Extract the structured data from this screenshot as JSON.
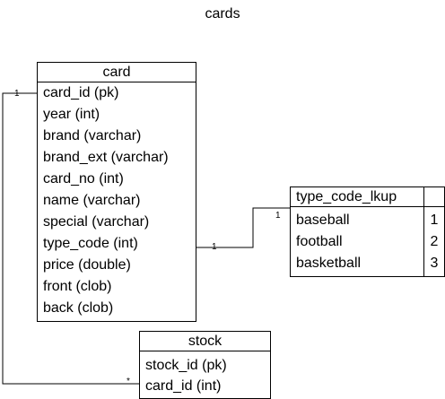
{
  "title": "cards",
  "entities": {
    "card": {
      "name": "card",
      "fields": [
        "card_id (pk)",
        "year (int)",
        "brand (varchar)",
        "brand_ext (varchar)",
        "card_no (int)",
        "name (varchar)",
        "special (varchar)",
        "type_code (int)",
        "price (double)",
        "front (clob)",
        "back (clob)"
      ]
    },
    "type_code_lkup": {
      "name": "type_code_lkup",
      "rows": [
        {
          "label": "baseball",
          "code": "1"
        },
        {
          "label": "football",
          "code": "2"
        },
        {
          "label": "basketball",
          "code": "3"
        }
      ]
    },
    "stock": {
      "name": "stock",
      "fields": [
        "stock_id (pk)",
        "card_id (int)"
      ]
    }
  },
  "relations": {
    "card_stock": {
      "card_end": "1",
      "stock_end": "*"
    },
    "card_lkup": {
      "card_end": "1",
      "lkup_end": "1"
    }
  }
}
